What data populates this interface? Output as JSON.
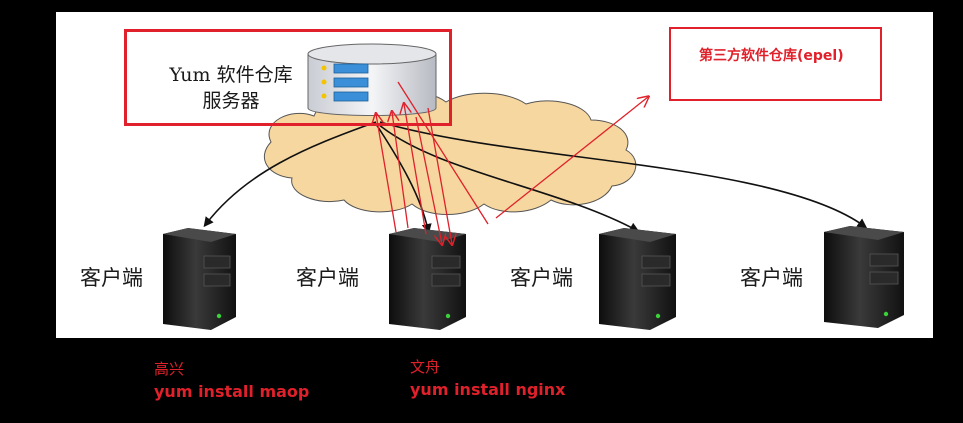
{
  "diagram": {
    "server_label_line1": "Yum 软件仓库",
    "server_label_line2": "服务器",
    "third_party_repo_label": "第三方软件仓库(epel)",
    "client_labels": [
      "客户端",
      "客户端",
      "客户端",
      "客户端"
    ],
    "colors": {
      "highlight": "#e0202a",
      "cloud": "#f7d7a0",
      "server_body": "#1c1c1c",
      "db_bar": "#3a8fd8"
    }
  },
  "notes": [
    {
      "user": "高兴",
      "command": "yum install maop"
    },
    {
      "user": "文舟",
      "command": "yum install nginx"
    }
  ]
}
